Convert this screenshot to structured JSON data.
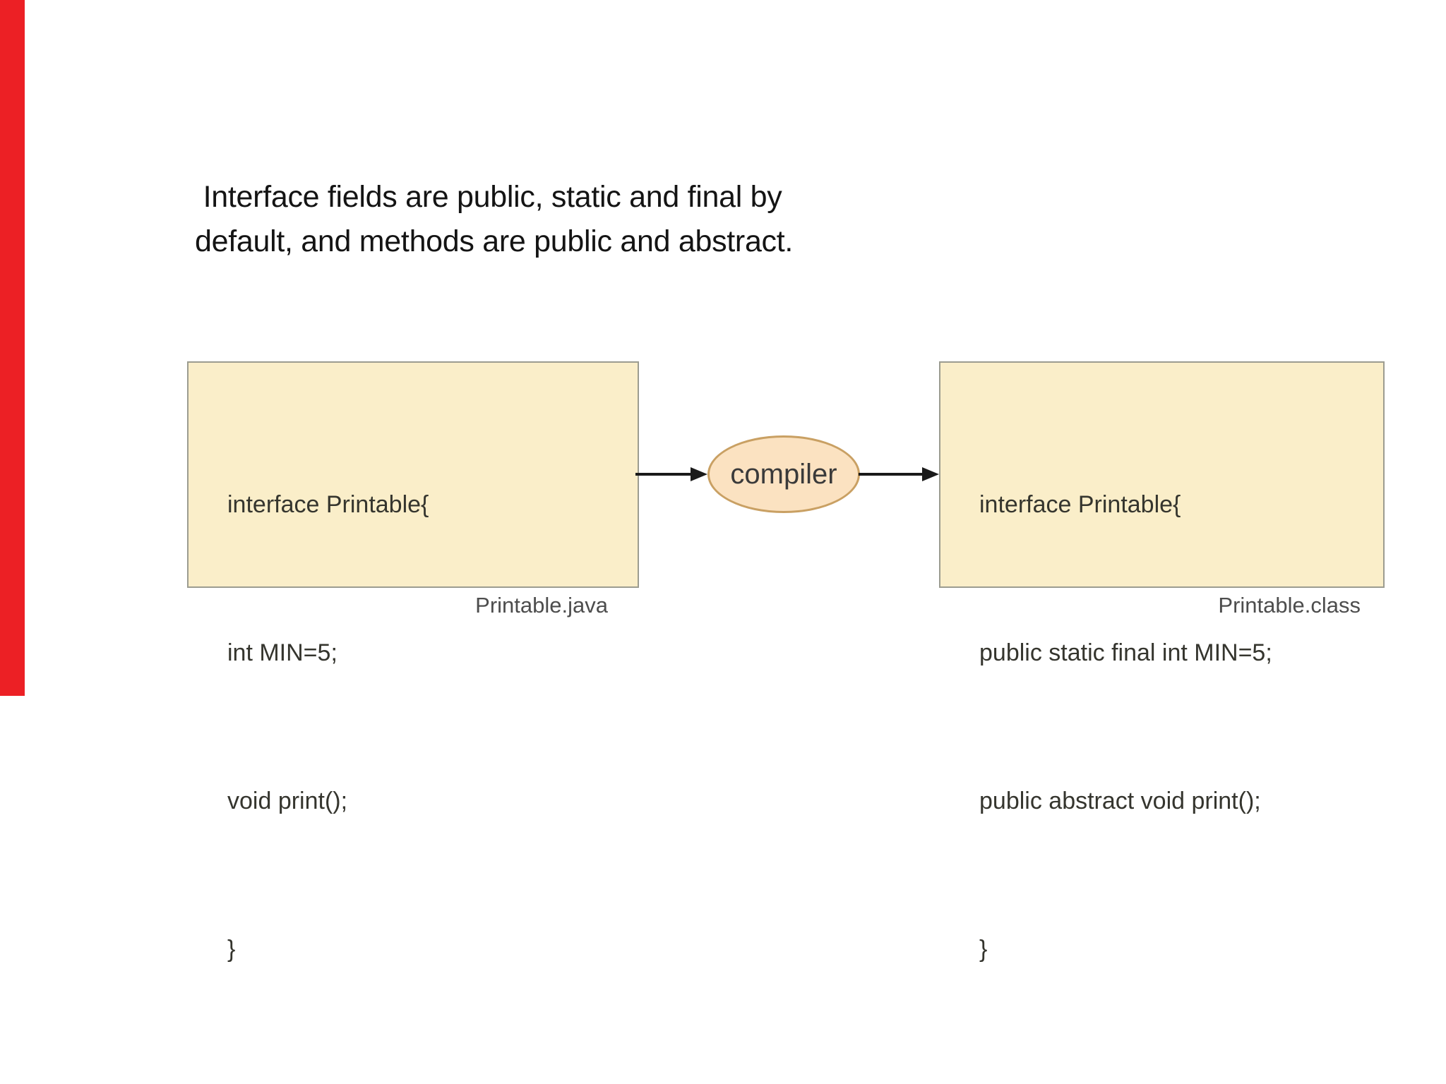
{
  "decoration": {
    "red_bar_color": "#EC2025"
  },
  "heading": {
    "line1": " Interface fields are public, static and final by",
    "line2": "default, and methods are public and abstract."
  },
  "diagram": {
    "source_box": {
      "code_lines": [
        "interface Printable{",
        "int MIN=5;",
        "void print();",
        "}"
      ],
      "caption": "Printable.java"
    },
    "compiler_node": {
      "label": "compiler"
    },
    "output_box": {
      "code_lines": [
        "interface Printable{",
        "public static final int MIN=5;",
        "public abstract void print();",
        "}"
      ],
      "caption": "Printable.class"
    },
    "colors": {
      "box_fill": "#FAEEC9",
      "box_border": "#9C9C90",
      "ellipse_fill": "#FBE2C1",
      "ellipse_border": "#C9A063",
      "arrow": "#1A1A1A",
      "code_text": "#35352E",
      "caption_text": "#4D4D4D",
      "heading_text": "#141414"
    }
  }
}
